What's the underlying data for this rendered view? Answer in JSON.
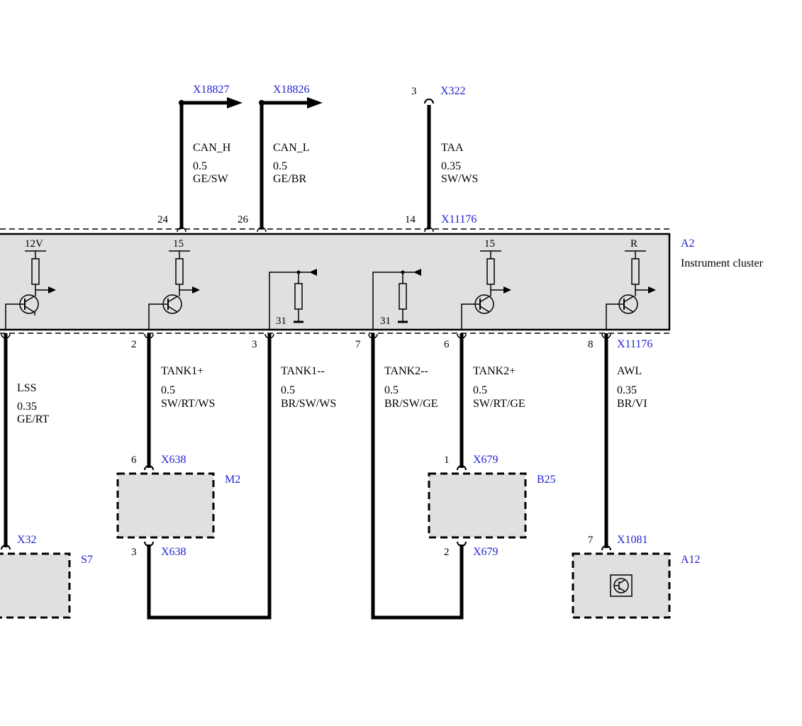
{
  "top_connectors": {
    "x18827": "X18827",
    "x18826": "X18826",
    "x322": "X322",
    "x322_pin": "3"
  },
  "top_wires": {
    "can_h": {
      "signal": "CAN_H",
      "gauge": "0.5",
      "color": "GE/SW",
      "pin": "24"
    },
    "can_l": {
      "signal": "CAN_L",
      "gauge": "0.5",
      "color": "GE/BR",
      "pin": "26"
    },
    "taa": {
      "signal": "TAA",
      "gauge": "0.35",
      "color": "SW/WS",
      "pin": "14"
    }
  },
  "cluster": {
    "connector_top": "X11176",
    "connector_bottom": "X11176",
    "id": "A2",
    "name": "Instrument cluster",
    "supply_labels": [
      "12V",
      "15",
      "15",
      "R"
    ],
    "ground_labels": [
      "31",
      "31"
    ]
  },
  "bottom_wires": {
    "lss": {
      "signal": "LSS",
      "gauge": "0.35",
      "color": "GE/RT"
    },
    "tank1p": {
      "signal": "TANK1+",
      "gauge": "0.5",
      "color": "SW/RT/WS",
      "pin": "2"
    },
    "tank1m": {
      "signal": "TANK1--",
      "gauge": "0.5",
      "color": "BR/SW/WS",
      "pin": "3"
    },
    "tank2m": {
      "signal": "TANK2--",
      "gauge": "0.5",
      "color": "BR/SW/GE",
      "pin": "7"
    },
    "tank2p": {
      "signal": "TANK2+",
      "gauge": "0.5",
      "color": "SW/RT/GE",
      "pin": "6"
    },
    "awl": {
      "signal": "AWL",
      "gauge": "0.35",
      "color": "BR/VI",
      "pin": "8"
    }
  },
  "components": {
    "m2": {
      "id": "M2",
      "conn_top": "X638",
      "pin_top": "6",
      "conn_bottom": "X638",
      "pin_bottom": "3"
    },
    "b25": {
      "id": "B25",
      "conn_top": "X679",
      "pin_top": "1",
      "conn_bottom": "X679",
      "pin_bottom": "2"
    },
    "s7": {
      "id": "S7",
      "conn_top": "X32"
    },
    "a12": {
      "id": "A12",
      "conn_top": "X1081",
      "pin_top": "7"
    }
  },
  "colors": {
    "connector_label": "#1f1fd0",
    "module_fill": "#e0e0e0"
  }
}
